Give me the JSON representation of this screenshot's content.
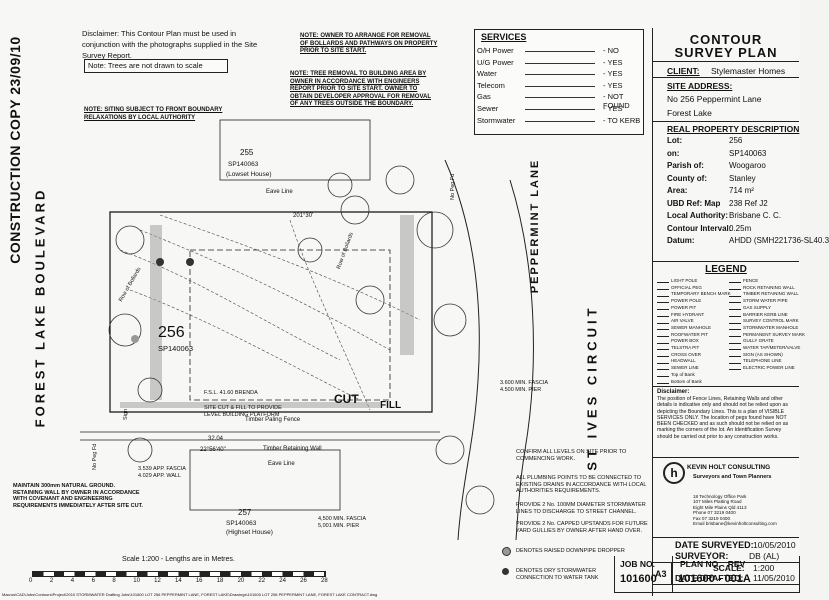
{
  "disclaimer_top": "Disclaimer: This Contour Plan must be used in conjunction with the photographs supplied in the Site Survey Report.",
  "trees_note": "Note: Trees are not drawn to scale",
  "owner_note": "NOTE: OWNER TO ARRANGE FOR REMOVAL OF BOLLARDS AND PATHWAYS ON PROPERTY PRIOR TO SITE START.",
  "tree_note": "NOTE: TREE REMOVAL TO BUILDING AREA BY OWNER IN ACCORDANCE WITH ENGINEERS REPORT PRIOR TO SITE START. OWNER TO OBTAIN DEVELOPER APPROVAL FOR REMOVAL OF ANY TREES OUTSIDE THE BOUNDARY.",
  "siting_note": "NOTE: SITING SUBJECT TO FRONT BOUNDARY RELAXATIONS BY LOCAL AUTHORITY",
  "construction_copy": "CONSTRUCTION COPY 23/09/10",
  "street_left": "FOREST LAKE BOULEVARD",
  "street_right1": "PEPPERMINT LANE",
  "street_right2": "ST IVES CIRCUIT",
  "services": {
    "title": "SERVICES",
    "rows": [
      {
        "name": "O/H Power",
        "value": "- NO"
      },
      {
        "name": "U/G Power",
        "value": "- YES"
      },
      {
        "name": "Water",
        "value": "- YES"
      },
      {
        "name": "Telecom",
        "value": "- YES"
      },
      {
        "name": "Gas",
        "value": "- NOT FOUND"
      },
      {
        "name": "Sewer",
        "value": "- YES"
      },
      {
        "name": "Stormwater",
        "value": "- TO KERB"
      }
    ]
  },
  "title_block": {
    "title1": "CONTOUR",
    "title2": "SURVEY PLAN",
    "client_label": "CLIENT:",
    "client": "Stylemaster Homes",
    "site_label": "SITE ADDRESS:",
    "address1": "No 256 Peppermint Lane",
    "address2": "Forest Lake",
    "rpd_label": "REAL PROPERTY DESCRIPTION",
    "props": [
      {
        "k": "Lot:",
        "v": "256"
      },
      {
        "k": "on:",
        "v": "SP140063"
      },
      {
        "k": "Parish of:",
        "v": "Woogaroo"
      },
      {
        "k": "County of:",
        "v": "Stanley"
      },
      {
        "k": "Area:",
        "v": "714   m²"
      },
      {
        "k": "UBD Ref:  Map",
        "v": "238   Ref  J2"
      },
      {
        "k": "Local Authority:",
        "v": "Brisbane C. C."
      },
      {
        "k": "Contour Interval:",
        "v": "0.25m"
      },
      {
        "k": "Datum:",
        "v": "AHDD (SMH221736-SL40.3"
      }
    ],
    "legend_label": "LEGEND",
    "legend_left": [
      "LIGHT POLE",
      "OFFICIAL PEG",
      "TEMPORARY BENCH MARK",
      "POWER POLE",
      "POWER PIT",
      "FIRE HYDRANT",
      "AIR VALVE",
      "SEWER MANHOLE",
      "ROOFWATER PIT",
      "POWER BOX",
      "TELSTRA PIT",
      "CROSS OVER",
      "HEADWALL",
      "SEWER LINE",
      "Top of Bank",
      "Bottom of Bank"
    ],
    "legend_right": [
      "FENCE",
      "ROCK RETAINING WALL",
      "TIMBER RETAINING WALL",
      "STORM WATER PIPE",
      "GAS SUPPLY",
      "BARRIER KERB LINE",
      "SURVEY CONTROL MARK",
      "STORMWATER MANHOLE",
      "PERMANENT SURVEY MARK",
      "GULLY GRATE",
      "WATER TAP/METER/VALVE",
      "SIGN (AS SHOWN)",
      "TELEPHONE LINE",
      "ELECTRIC POWER LINE"
    ],
    "disclaimer_label": "Disclaimer:",
    "disclaimer": "The position of Fence Lines, Retaining Walls and other details is indicative only and should not be relied upon as depicting the Boundary Lines. This is a plan of VISIBLE SERVICES ONLY. The location of pegs found have NOT BEEN CHECKED and as such should not be relied on as marking the corners of the lot. An Identification Survey should be carried out prior to any construction works.",
    "company": "KEVIN HOLT CONSULTING",
    "company_sub": "Surveyors and Town Planners",
    "company_addr": [
      "18 Technology Office Park",
      "107 Miles Platting Road",
      "Eight Mile Plains Qld 4113",
      "Phone  07 3219 0400",
      "Fax    07 3219 0400",
      "Email brisbane@kevinholtconsulting.com"
    ],
    "date_surveyed_label": "DATE SURVEYED:",
    "date_surveyed": "10/05/2010",
    "surveyor_label": "SURVEYOR:",
    "surveyor": "DB (AL)",
    "sheet": "A3",
    "scale_label": "SCALE:",
    "scale": "1:200",
    "date_drafted_label": "DATE DRAFTED:",
    "date_drafted": "11/05/2010",
    "job_label": "JOB NO.",
    "job": "101600",
    "plan_label": "PLAN NO.   REV",
    "plan": "101600 - 001A"
  },
  "plan": {
    "lot_number": "256",
    "lot_sp": "SP140063",
    "lot255": "255",
    "lot255_sp": "SP140063",
    "lot255_house": "(Lowset House)",
    "lot257": "257",
    "lot257_sp": "SP140063",
    "lot257_house": "(Highset House)",
    "eave_line_top": "Eave Line",
    "eave_line_bottom": "Eave Line",
    "cut": "CUT",
    "fill": "FILL",
    "timber_fence": "Timber Paling Fence",
    "timber_wall": "Timber Retaining Wall",
    "site_cut": "SITE CUT & FILL TO PROVIDE LEVEL BUILDING PLATFORM",
    "fsl": "F.S.L. 41.60 BRENDA",
    "fascia_left1": "3.539 APP. FASCIA",
    "fascia_left2": "4.029 APP. WALL",
    "fascia_bottom1": "4,500 MIN. FASCIA",
    "fascia_bottom2": "5,001 MIN. PIER",
    "fascia_right": "3.600 MIN. FASCIA",
    "fascia_right2": "4.500 MIN. PIER",
    "dim1": "32.04",
    "dim2": "22°56'40\"",
    "dim3": "201°30'",
    "row_of_bollards1": "Row of Bollards",
    "row_of_bollards2": "Row of Bollards",
    "scale_note": "Scale 1:200 - Lengths are in Metres.",
    "scale_ticks": [
      "0",
      "2",
      "4",
      "6",
      "8",
      "10",
      "12",
      "14",
      "16",
      "18",
      "20",
      "22",
      "24",
      "26",
      "28"
    ],
    "maintain_note": "MAINTAIN 300mm NATURAL GROUND. RETAINING WALL BY OWNER IN ACCORDANCE WITH COVENANT AND ENGINEERING REQUIREMENTS IMMEDIATELY AFTER SITE CUT.",
    "confirm_note": "CONFIRM ALL LEVELS ON SITE PRIOR TO COMMENCING WORK.",
    "plumbing_note": "ALL PLUMBING POINTS TO BE CONNECTED TO EXISTING DRAINS IN ACCORDANCE WITH LOCAL AUTHORITIES REQUIREMENTS.",
    "stormwater_note": "PROVIDE 2 No. 100MM DIAMETER STORMWATER LINES TO DISCHARGE TO STREET CHANNEL.",
    "upstand_note": "PROVIDE 2 No. CAPPED UPSTANDS FOR FUTURE YARD GULLIES BY OWNER AFTER HAND OVER.",
    "dropper_note": "DENOTES RAISED DOWNPIPE DROPPER",
    "tank_note": "DENOTES DRY STORMWATER CONNECTION TO WATER TANK",
    "footer_path": "Macros\\CAD\\Jobs\\Contours\\Project\\2010 STORMWATER Drafting Jobs\\101600 LOT 256 PEPPERMINT LANE, FOREST LAKE\\Drawings\\101600 LOT 256 PEPPERMINT LANE, FOREST LAKE CONTRACT.dwg",
    "no_peg_fd1": "No Peg Fd",
    "no_peg_fd2": "No Peg Fd",
    "sign": "Sign"
  }
}
